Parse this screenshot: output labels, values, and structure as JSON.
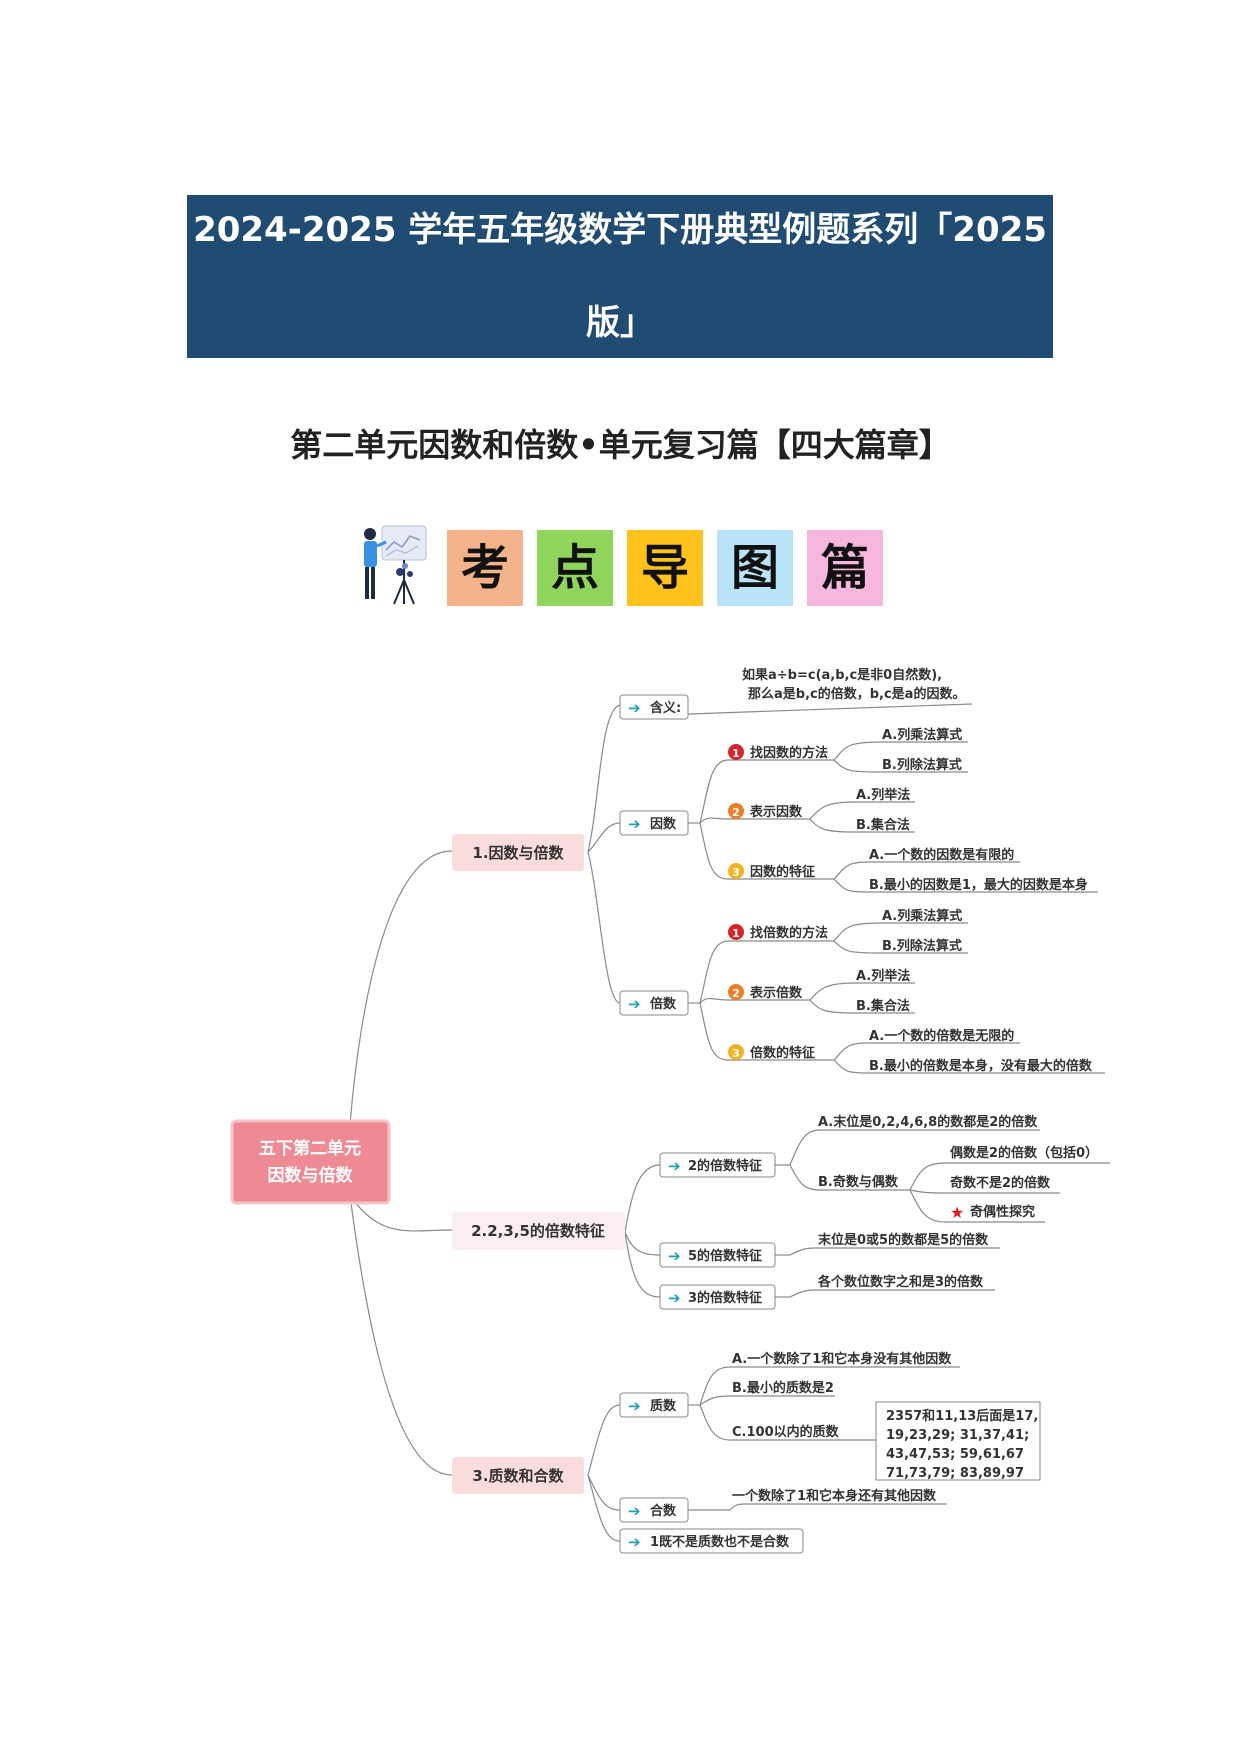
{
  "banner": {
    "line1": "2024-2025 学年五年级数学下册典型例题系列「2025",
    "line2": "版」"
  },
  "subtitle": "第二单元因数和倍数•单元复习篇【四大篇章】",
  "section_tiles": [
    {
      "char": "考",
      "color": "#f2b28a"
    },
    {
      "char": "点",
      "color": "#8fd45b"
    },
    {
      "char": "导",
      "color": "#ffc21a"
    },
    {
      "char": "图",
      "color": "#b9e4f7"
    },
    {
      "char": "篇",
      "color": "#f7b6dd"
    }
  ],
  "mindmap": {
    "root": {
      "line1": "五下第二单元",
      "line2": "因数与倍数"
    },
    "branches": {
      "b1": "1.因数与倍数",
      "b2": "2.2,3,5的倍数特征",
      "b3": "3.质数和合数"
    },
    "b1_nodes": {
      "meaning": "含义:",
      "meaning_text1": "如果a÷b=c(a,b,c是非0自然数),",
      "meaning_text2": "那么a是b,c的倍数，b,c是a的因数。",
      "factor": "因数",
      "multiple": "倍数",
      "f1": "找因数的方法",
      "f1a": "A.列乘法算式",
      "f1b": "B.列除法算式",
      "f2": "表示因数",
      "f2a": "A.列举法",
      "f2b": "B.集合法",
      "f3": "因数的特征",
      "f3a": "A.一个数的因数是有限的",
      "f3b": "B.最小的因数是1，最大的因数是本身",
      "m1": "找倍数的方法",
      "m1a": "A.列乘法算式",
      "m1b": "B.列除法算式",
      "m2": "表示倍数",
      "m2a": "A.列举法",
      "m2b": "B.集合法",
      "m3": "倍数的特征",
      "m3a": "A.一个数的倍数是无限的",
      "m3b": "B.最小的倍数是本身，没有最大的倍数"
    },
    "b2_nodes": {
      "two": "2的倍数特征",
      "two_a": "A.末位是0,2,4,6,8的数都是2的倍数",
      "two_b": "B.奇数与偶数",
      "even": "偶数是2的倍数（包括0）",
      "odd": "奇数不是2的倍数",
      "parity": "奇偶性探究",
      "five": "5的倍数特征",
      "five_text": "末位是0或5的数都是5的倍数",
      "three": "3的倍数特征",
      "three_text": "各个数位数字之和是3的倍数"
    },
    "b3_nodes": {
      "prime": "质数",
      "prime_a": "A.一个数除了1和它本身没有其他因数",
      "prime_b": "B.最小的质数是2",
      "prime_c": "C.100以内的质数",
      "prime_list1": "2357和11,13后面是17,",
      "prime_list2": "19,23,29;  31,37,41;",
      "prime_list3": "43,47,53;  59,61,67",
      "prime_list4": "71,73,79;  83,89,97",
      "composite": "合数",
      "composite_text": "一个数除了1和它本身还有其他因数",
      "one": "1既不是质数也不是合数"
    },
    "colors": {
      "root_fill": "#ee8a93",
      "branch_fill_pink": "#fbdcdc",
      "branch_fill_light": "#fbeef2",
      "arrow": "#1aa1b3",
      "num1": "#d8232a",
      "num2": "#f07c27",
      "num3": "#f4b223",
      "star": "#e02020",
      "line": "#8a8a8a"
    }
  }
}
